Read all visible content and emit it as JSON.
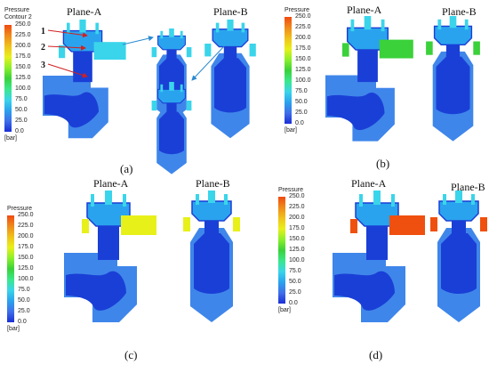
{
  "panels": [
    {
      "id": "a",
      "caption": "(a)",
      "legend_title": "Pressure",
      "legend_subtitle": "Contour 2",
      "planes": [
        "Plane-A",
        "Plane-B"
      ],
      "callouts": [
        "1",
        "2",
        "3"
      ]
    },
    {
      "id": "b",
      "caption": "(b)",
      "legend_title": "Pressure",
      "legend_subtitle": "",
      "planes": [
        "Plane-A",
        "Plane-B"
      ]
    },
    {
      "id": "c",
      "caption": "(c)",
      "legend_title": "Pressure",
      "legend_subtitle": "",
      "planes": [
        "Plane-A",
        "Plane-B"
      ]
    },
    {
      "id": "d",
      "caption": "(d)",
      "legend_title": "Pressure",
      "legend_subtitle": "",
      "planes": [
        "Plane-A",
        "Plane-B"
      ]
    }
  ],
  "legend_ticks": [
    "250.0",
    "225.0",
    "200.0",
    "175.0",
    "150.0",
    "125.0",
    "100.0",
    "75.0",
    "50.0",
    "25.0",
    "0.0"
  ],
  "legend_unit": "[bar]",
  "colors": {
    "dark_blue": "#1a3fd6",
    "mid_blue": "#3f86ea",
    "light_blue": "#2aa3ee",
    "cyan": "#3ad5ea",
    "green": "#3ad13a",
    "light_green": "#5cf07a",
    "yellow": "#e8f01a",
    "orange_red": "#f0500f",
    "bar_stops": [
      "#f04a10",
      "#f08a1a",
      "#f0c21a",
      "#e8f01a",
      "#8cf02a",
      "#3ad13a",
      "#3ae88a",
      "#3ad5ea",
      "#2aa3ee",
      "#3f6fea",
      "#1a2fd6"
    ]
  }
}
